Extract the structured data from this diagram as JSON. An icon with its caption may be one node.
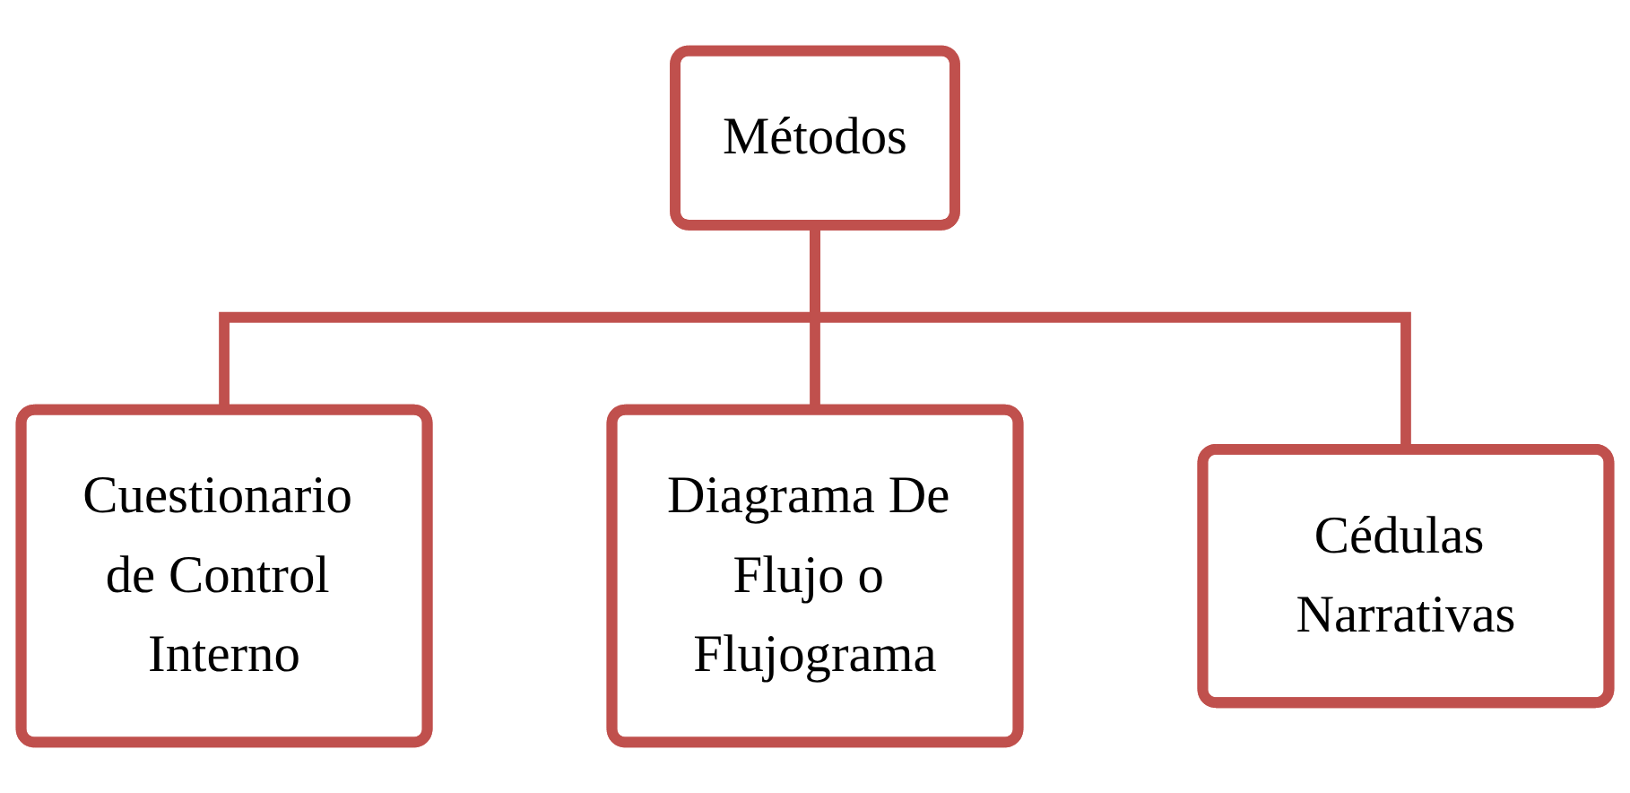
{
  "diagram": {
    "nodes": [
      {
        "text": [
          "Métodos"
        ]
      },
      {
        "text": [
          "Cuestionario de Control Interno"
        ]
      },
      {
        "text": [
          "Diagrama De Flujo o Flujograma"
        ]
      },
      {
        "text": [
          "Cédulas Narrativas"
        ]
      }
    ],
    "edges": [
      {
        "from": 0,
        "to": 1,
        "arrow": "none"
      },
      {
        "from": 0,
        "to": 2,
        "arrow": "none"
      },
      {
        "from": 0,
        "to": 3,
        "arrow": "none"
      }
    ]
  }
}
